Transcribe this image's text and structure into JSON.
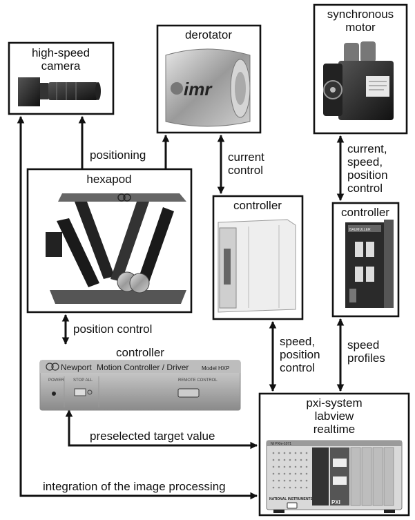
{
  "components": {
    "camera": {
      "title_line1": "high-speed",
      "title_line2": "camera"
    },
    "derotator": {
      "title": "derotator",
      "logo_text": "imr"
    },
    "motor": {
      "title_line1": "synchronous",
      "title_line2": "motor"
    },
    "hexapod": {
      "title": "hexapod"
    },
    "controller_derotator": {
      "title": "controller"
    },
    "controller_motor": {
      "title": "controller",
      "brand_text": "BAUMULLER"
    },
    "controller_hexapod": {
      "title": "controller",
      "brand_text": "Newport",
      "product_text": "Motion Controller / Driver",
      "model_text": "Model HXP",
      "panel_labels": [
        "POWER",
        "STOP ALL",
        "REMOTE CONTROL"
      ]
    },
    "pxi": {
      "title_line1": "pxi-system",
      "title_line2": "labview",
      "title_line3": "realtime",
      "brand_text": "NATIONAL INSTRUMENTS",
      "chassis_label": "PXI",
      "model_text": "NI PXIe-1071"
    }
  },
  "connections": {
    "positioning": "positioning",
    "current_control": [
      "current",
      "control"
    ],
    "motor_control": [
      "current,",
      "speed,",
      "position",
      "control"
    ],
    "position_control": "position control",
    "speed_position_control": [
      "speed,",
      "position",
      "control"
    ],
    "speed_profiles": [
      "speed",
      "profiles"
    ],
    "preselected_target": "preselected target value",
    "image_processing": "integration of the image processing"
  }
}
